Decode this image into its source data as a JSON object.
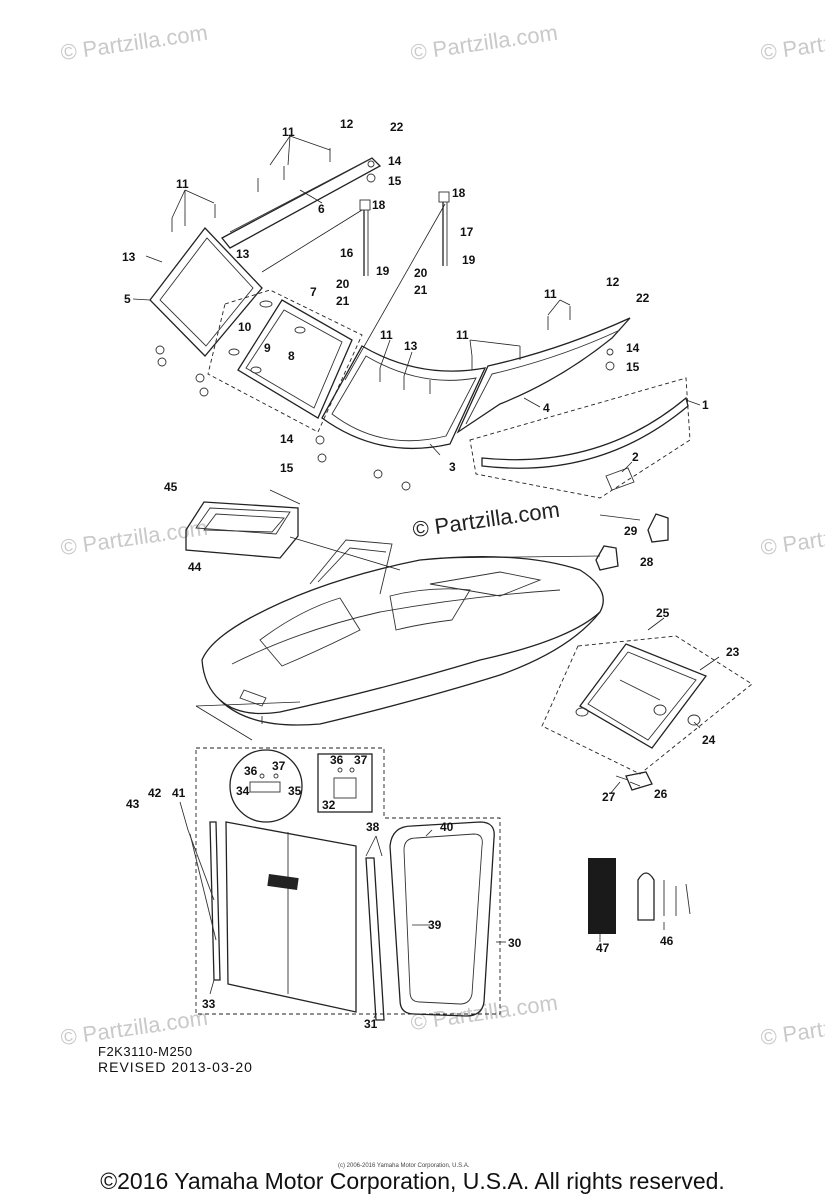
{
  "watermark": "© Partzilla.com",
  "diagram_code": "F2K3110-M250",
  "revised": "REVISED 2013-03-20",
  "fine_print": "(c) 2006-2016 Yamaha Motor Corporation, U.S.A.",
  "copyright": "©2016 Yamaha Motor Corporation, U.S.A. All rights reserved.",
  "callouts": {
    "c1": "1",
    "c2": "2",
    "c3": "3",
    "c4": "4",
    "c5": "5",
    "c6": "6",
    "c7": "7",
    "c8": "8",
    "c9": "9",
    "c10": "10",
    "c11a": "11",
    "c11b": "11",
    "c11c": "11",
    "c11d": "11",
    "c11e": "11",
    "c12a": "12",
    "c12b": "12",
    "c13a": "13",
    "c13b": "13",
    "c13c": "13",
    "c14a": "14",
    "c14b": "14",
    "c14c": "14",
    "c15a": "15",
    "c15b": "15",
    "c15c": "15",
    "c16": "16",
    "c17": "17",
    "c18a": "18",
    "c18b": "18",
    "c19a": "19",
    "c19b": "19",
    "c20a": "20",
    "c20b": "20",
    "c21a": "21",
    "c21b": "21",
    "c22a": "22",
    "c22b": "22",
    "c23": "23",
    "c24": "24",
    "c25": "25",
    "c26": "26",
    "c27": "27",
    "c28": "28",
    "c29": "29",
    "c30": "30",
    "c31": "31",
    "c32": "32",
    "c33": "33",
    "c34": "34",
    "c35": "35",
    "c36a": "36",
    "c36b": "36",
    "c37a": "37",
    "c37b": "37",
    "c38": "38",
    "c39": "39",
    "c40": "40",
    "c41": "41",
    "c42": "42",
    "c43": "43",
    "c44": "44",
    "c45": "45",
    "c46": "46",
    "c47": "47"
  }
}
